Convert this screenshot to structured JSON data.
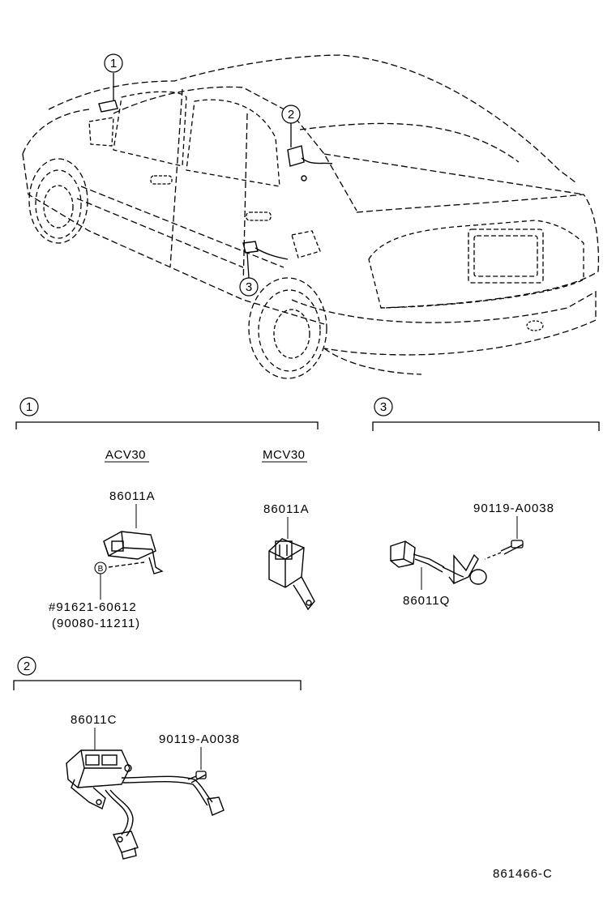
{
  "callouts": {
    "c1": "1",
    "c2": "2",
    "c3": "3"
  },
  "section1": {
    "number": "1",
    "variants": [
      {
        "model": "ACV30",
        "part": "86011A",
        "bolt_ref": "B",
        "sub_parts": [
          "#91621-60612",
          "(90080-11211)"
        ]
      },
      {
        "model": "MCV30",
        "part": "86011A"
      }
    ]
  },
  "section2": {
    "number": "2",
    "part": "86011C",
    "screw": "90119-A0038"
  },
  "section3": {
    "number": "3",
    "part": "86011Q",
    "screw": "90119-A0038"
  },
  "diagram_code": "861466-C"
}
